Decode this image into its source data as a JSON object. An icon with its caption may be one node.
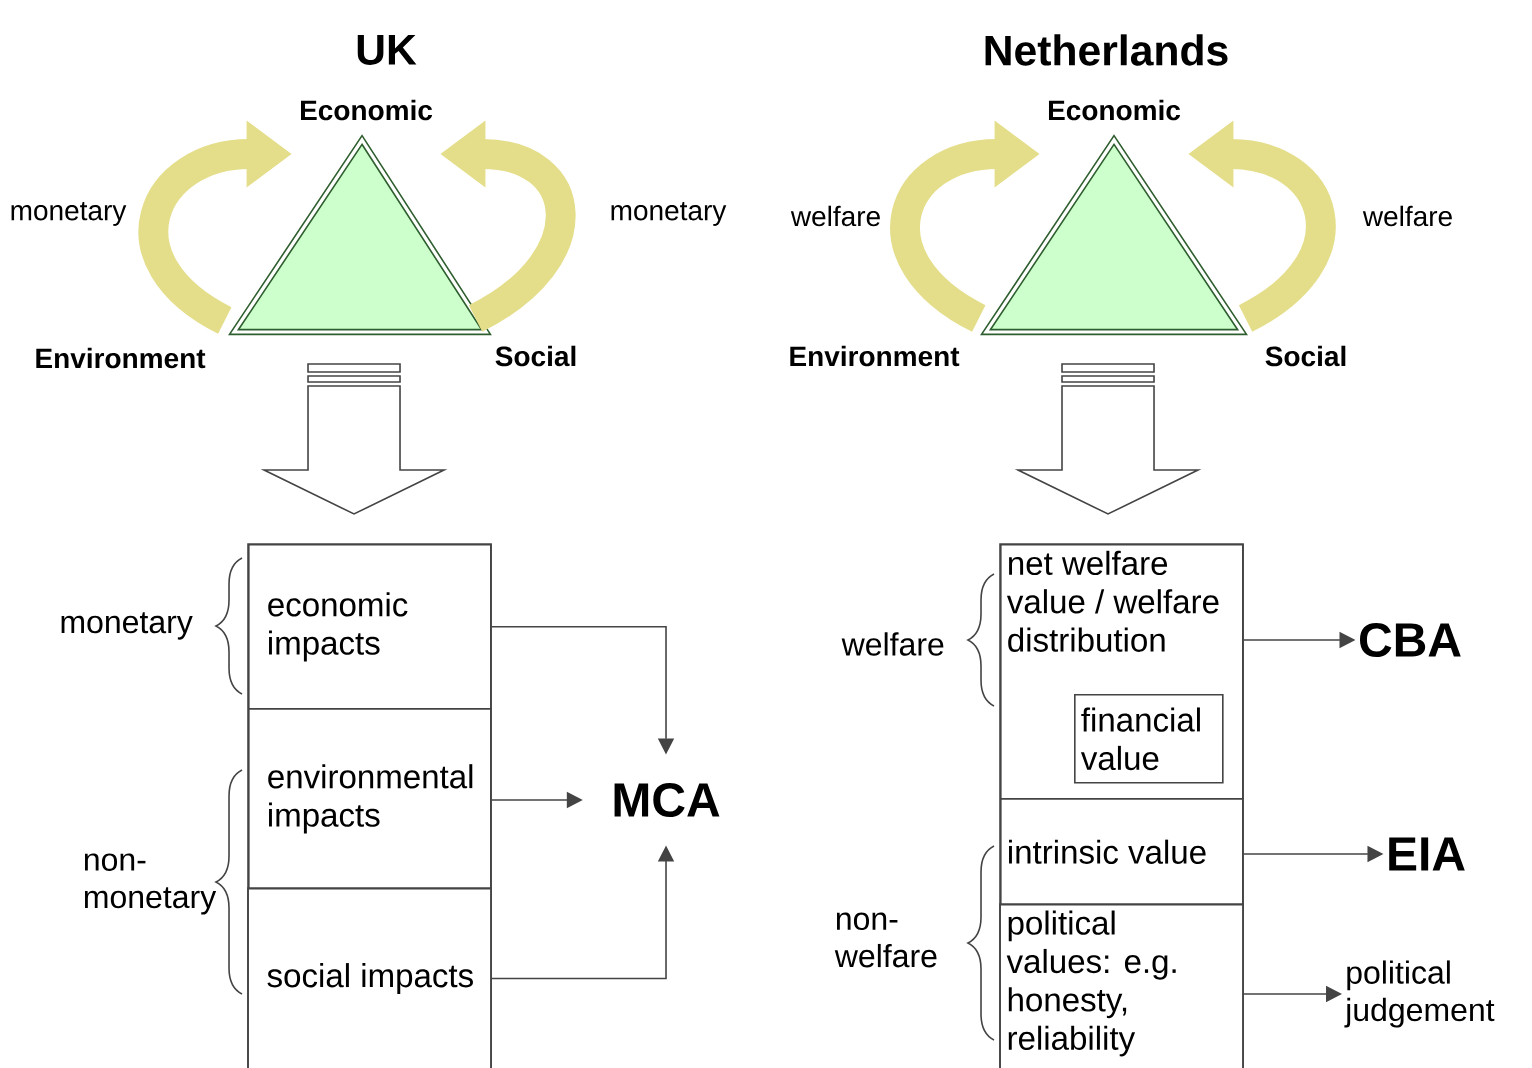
{
  "diagram": {
    "nodes": [
      {
        "text": [
          "Economic"
        ]
      },
      {
        "text": [],
        "shape": "triangle"
      },
      {
        "text": [
          "Environment"
        ]
      },
      {
        "text": [
          "Social"
        ]
      },
      {
        "text": [],
        "shape": "box"
      },
      {
        "text": [
          "economic impacts"
        ],
        "in": 4
      },
      {
        "text": [
          "environmental impacts"
        ],
        "in": 4
      },
      {
        "text": [
          "social impacts"
        ],
        "in": 4
      },
      {
        "text": [
          "MCA"
        ]
      },
      {
        "text": [
          "Economic"
        ]
      },
      {
        "text": [],
        "shape": "triangle"
      },
      {
        "text": [
          "Environment"
        ]
      },
      {
        "text": [
          "Social"
        ]
      },
      {
        "text": [],
        "shape": "box"
      },
      {
        "text": [
          "net welfare value / welfare distribution"
        ],
        "in": 13
      },
      {
        "text": [
          "financial value"
        ],
        "in": 14
      },
      {
        "text": [
          "intrinsic value"
        ],
        "in": 13
      },
      {
        "text": [
          "political values: e.g. honesty, reliability"
        ],
        "in": 13
      },
      {
        "text": [
          "CBA"
        ]
      },
      {
        "text": [
          "EIA"
        ]
      },
      {
        "text": [
          "political judgement"
        ]
      }
    ],
    "edges": [
      {
        "from": 2,
        "to": 0,
        "arrow": "to",
        "label": "monetary",
        "style": "thick",
        "color": "#e4de8a"
      },
      {
        "from": 3,
        "to": 0,
        "arrow": "to",
        "label": "monetary",
        "style": "thick",
        "color": "#e4de8a"
      },
      {
        "from": 1,
        "to": 4,
        "arrow": "to"
      },
      {
        "from": 5,
        "to": 8,
        "arrow": "to"
      },
      {
        "from": 6,
        "to": 8,
        "arrow": "to"
      },
      {
        "from": 7,
        "to": 8,
        "arrow": "to"
      },
      {
        "from": 11,
        "to": 9,
        "arrow": "to",
        "label": "welfare",
        "style": "thick",
        "color": "#e4de8a"
      },
      {
        "from": 12,
        "to": 9,
        "arrow": "to",
        "label": "welfare",
        "style": "thick",
        "color": "#e4de8a"
      },
      {
        "from": 10,
        "to": 13,
        "arrow": "to"
      },
      {
        "from": 14,
        "to": 18,
        "arrow": "to"
      },
      {
        "from": 16,
        "to": 19,
        "arrow": "to"
      },
      {
        "from": 17,
        "to": 20,
        "arrow": "to"
      }
    ],
    "labels": [
      "UK",
      "Netherlands",
      "monetary",
      "non-monetary",
      "welfare",
      "non-welfare"
    ]
  }
}
